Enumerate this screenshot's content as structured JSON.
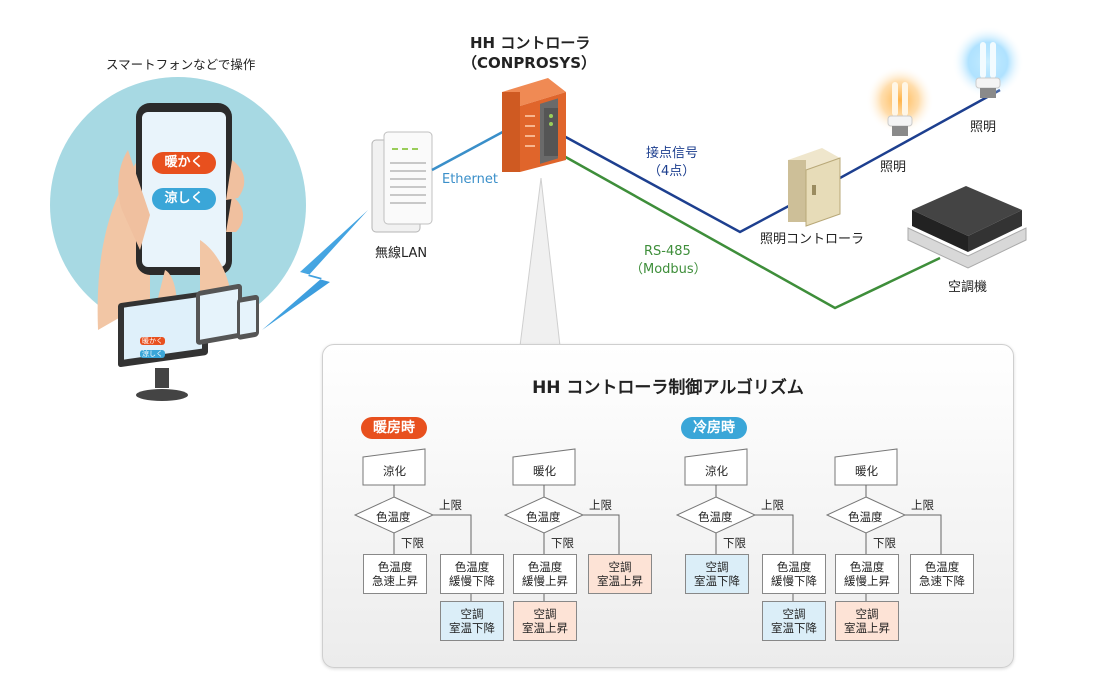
{
  "phone": {
    "caption": "スマートフォンなどで操作",
    "button_warm": "暖かく",
    "button_cool": "涼しく",
    "mini_warm": "暖かく",
    "mini_cool": "涼しく"
  },
  "network": {
    "controller_title": "HH コントローラ",
    "controller_subtitle": "（CONPROSYS）",
    "wireless_lan": "無線LAN",
    "ethernet": "Ethernet",
    "contact_signal": "接点信号",
    "contact_count": "（4点）",
    "rs485": "RS-485",
    "modbus": "（Modbus）",
    "lighting_controller": "照明コントローラ",
    "light_warm": "照明",
    "light_cool": "照明",
    "aircon": "空調機"
  },
  "algorithm": {
    "title": "HH コントローラ制御アルゴリズム",
    "heating_label": "暖房時",
    "cooling_label": "冷房時",
    "flows": [
      {
        "input": "涼化",
        "decision": "色温度",
        "upper": "上限",
        "lower": "下限",
        "left_box": [
          "色温度",
          "急速上昇"
        ],
        "right_box": [
          "色温度",
          "緩慢下降"
        ],
        "right_box2": [
          "空調",
          "室温下降"
        ],
        "right_box2_color": "blue"
      },
      {
        "input": "暖化",
        "decision": "色温度",
        "upper": "上限",
        "lower": "下限",
        "left_box": [
          "色温度",
          "緩慢上昇"
        ],
        "left_box2": [
          "空調",
          "室温上昇"
        ],
        "right_box": [
          "空調",
          "室温上昇"
        ],
        "right_box_color": "pink"
      },
      {
        "input": "涼化",
        "decision": "色温度",
        "upper": "上限",
        "lower": "下限",
        "left_box": [
          "空調",
          "室温下降"
        ],
        "left_box_color": "blue",
        "right_box": [
          "色温度",
          "緩慢下降"
        ],
        "right_box2": [
          "空調",
          "室温下降"
        ],
        "right_box2_color": "blue"
      },
      {
        "input": "暖化",
        "decision": "色温度",
        "upper": "上限",
        "lower": "下限",
        "left_box": [
          "色温度",
          "緩慢上昇"
        ],
        "left_box2": [
          "空調",
          "室温上昇"
        ],
        "right_box": [
          "色温度",
          "急速下降"
        ]
      }
    ]
  },
  "colors": {
    "warm": "#e8501e",
    "cool": "#3aa6d8",
    "ethernet_line": "#3a8fc9",
    "contact_line": "#1d3f8f",
    "rs485_line": "#3e8e3a",
    "controller_body": "#e0652b"
  }
}
